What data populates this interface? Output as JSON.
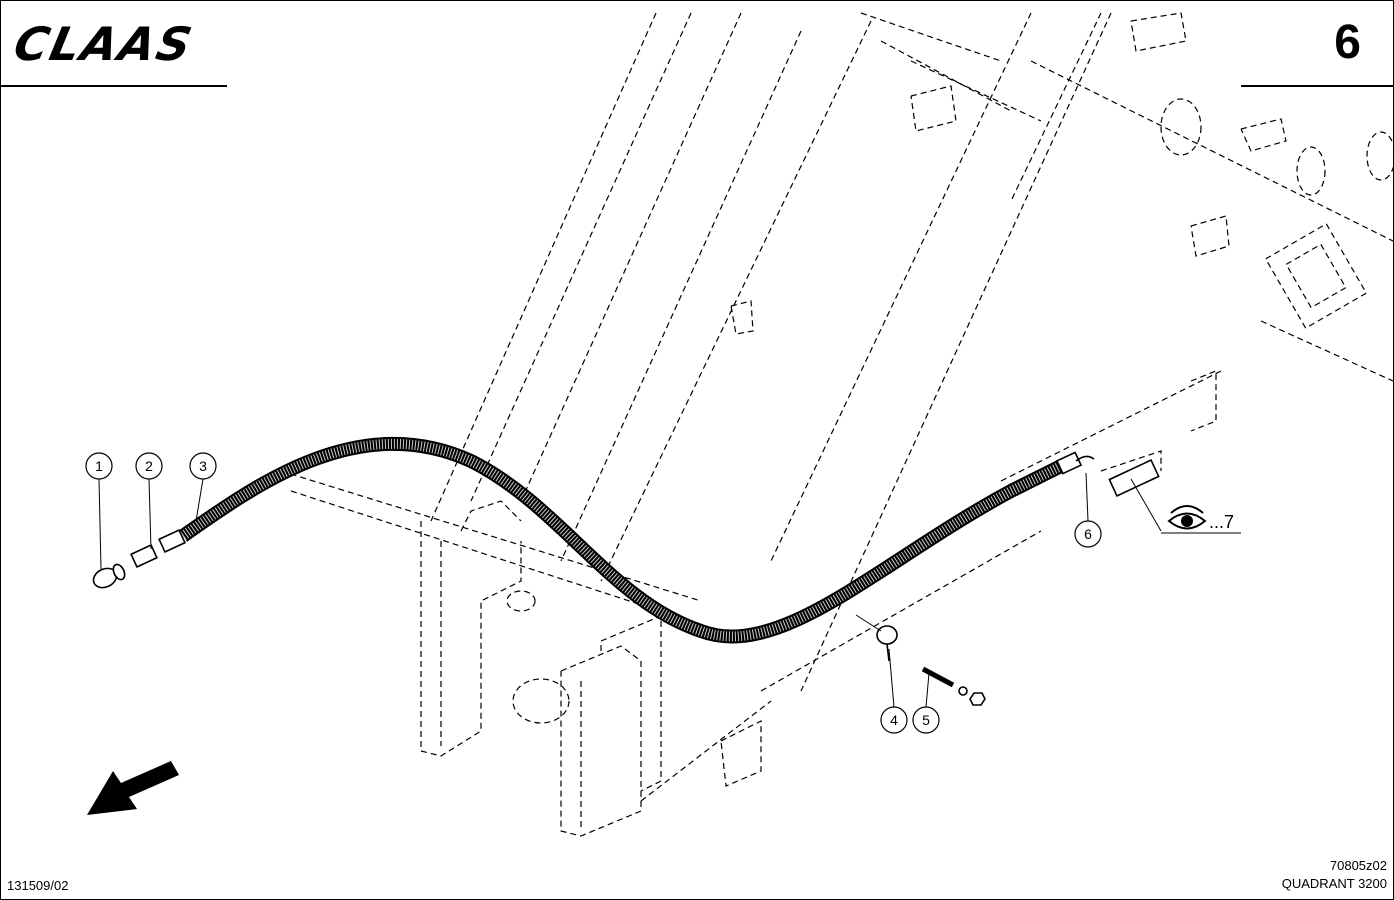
{
  "header": {
    "brand": "CLAAS",
    "page_number": "6"
  },
  "callouts": [
    {
      "label": "1"
    },
    {
      "label": "2"
    },
    {
      "label": "3"
    },
    {
      "label": "4"
    },
    {
      "label": "5"
    },
    {
      "label": "6"
    }
  ],
  "reference": {
    "icon": "eye-icon",
    "text": "...7"
  },
  "footer": {
    "drawing_id": "131509/02",
    "figure_code": "70805z02",
    "model": "QUADRANT 3200"
  }
}
